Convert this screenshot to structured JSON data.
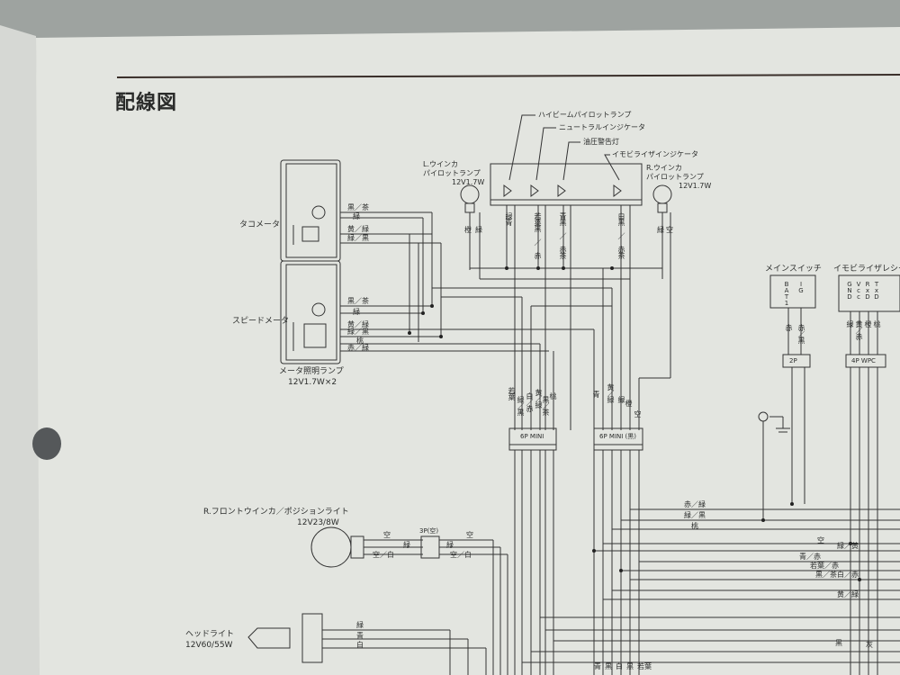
{
  "title": "配線図",
  "tachometer": {
    "label": "タコメータ",
    "wires": [
      "黒／茶",
      "緑",
      "黄／緑",
      "緑／黒"
    ]
  },
  "speedometer": {
    "label": "スピードメータ",
    "wires": [
      "黒／茶",
      "緑",
      "黄／緑",
      "緑／黒",
      "桃",
      "赤／緑"
    ]
  },
  "meter_lamp": {
    "label": "メータ照明ランプ",
    "spec": "12V1.7W×2"
  },
  "left_pilot": {
    "line1": "L.ウインカ",
    "line2": "パイロットランプ",
    "spec": "12V1.7W",
    "wire": "橙",
    "wire2": "緑"
  },
  "right_pilot": {
    "line1": "R.ウインカ",
    "line2": "パイロットランプ",
    "spec": "12V1.7W",
    "wire": "緑",
    "wire2": "空"
  },
  "indicators": [
    {
      "name": "ハイビームパイロットランプ",
      "wires": "緑青"
    },
    {
      "name": "ニュートラルインジケータ",
      "wires": "若葉黒 ／ 赤"
    },
    {
      "name": "油圧警告灯",
      "wires": "青黒 ／ 赤茶"
    },
    {
      "name": "イモビライザインジケータ",
      "wires": "白黒 ／ 赤茶"
    }
  ],
  "connector_6p_a": "6P MINI",
  "connector_6p_b": "6P MINI (黒)",
  "connector_a_wires": [
    "若葉",
    "緑／黒",
    "白／赤",
    "黄／緑",
    "黒／茶",
    "桃"
  ],
  "connector_b_wires": [
    "青",
    "黄／緑",
    "緑",
    "橙",
    "空"
  ],
  "main_switch": {
    "label": "メインスイッチ",
    "pins": [
      "BAT1",
      "IG"
    ],
    "wires": [
      "赤",
      "赤／黒"
    ],
    "connector": "2P"
  },
  "immobilizer": {
    "label": "イモビライザレシーバ",
    "pins": [
      "GND",
      "Vcc",
      "RxD",
      "TxD"
    ],
    "wires": [
      "緑",
      "黄／赤",
      "橙",
      "桃"
    ],
    "connector": "4P WPC"
  },
  "front_winker": {
    "label": "R.フロントウインカ／ポジションライト",
    "spec": "12V23/8W",
    "connector": "3P(空)",
    "wires": [
      "空",
      "緑",
      "空／白"
    ]
  },
  "headlight": {
    "label": "ヘッドライト",
    "spec": "12V60/55W",
    "wires": [
      "緑",
      "青",
      "白"
    ]
  },
  "bottom_wires": [
    "赤／緑",
    "緑／黒",
    "桃",
    "空",
    "緑／黄",
    "青／赤",
    "若葉／赤",
    "黒／茶",
    "白／赤",
    "黄／緑",
    "黒",
    "灰"
  ],
  "bottom_connector_labels": [
    "青",
    "黒",
    "白",
    "黒",
    "若葉"
  ],
  "colors": {
    "paper": "#e3e5e1",
    "ink": "#2b2d2c",
    "rule": "#3a2f2a"
  }
}
